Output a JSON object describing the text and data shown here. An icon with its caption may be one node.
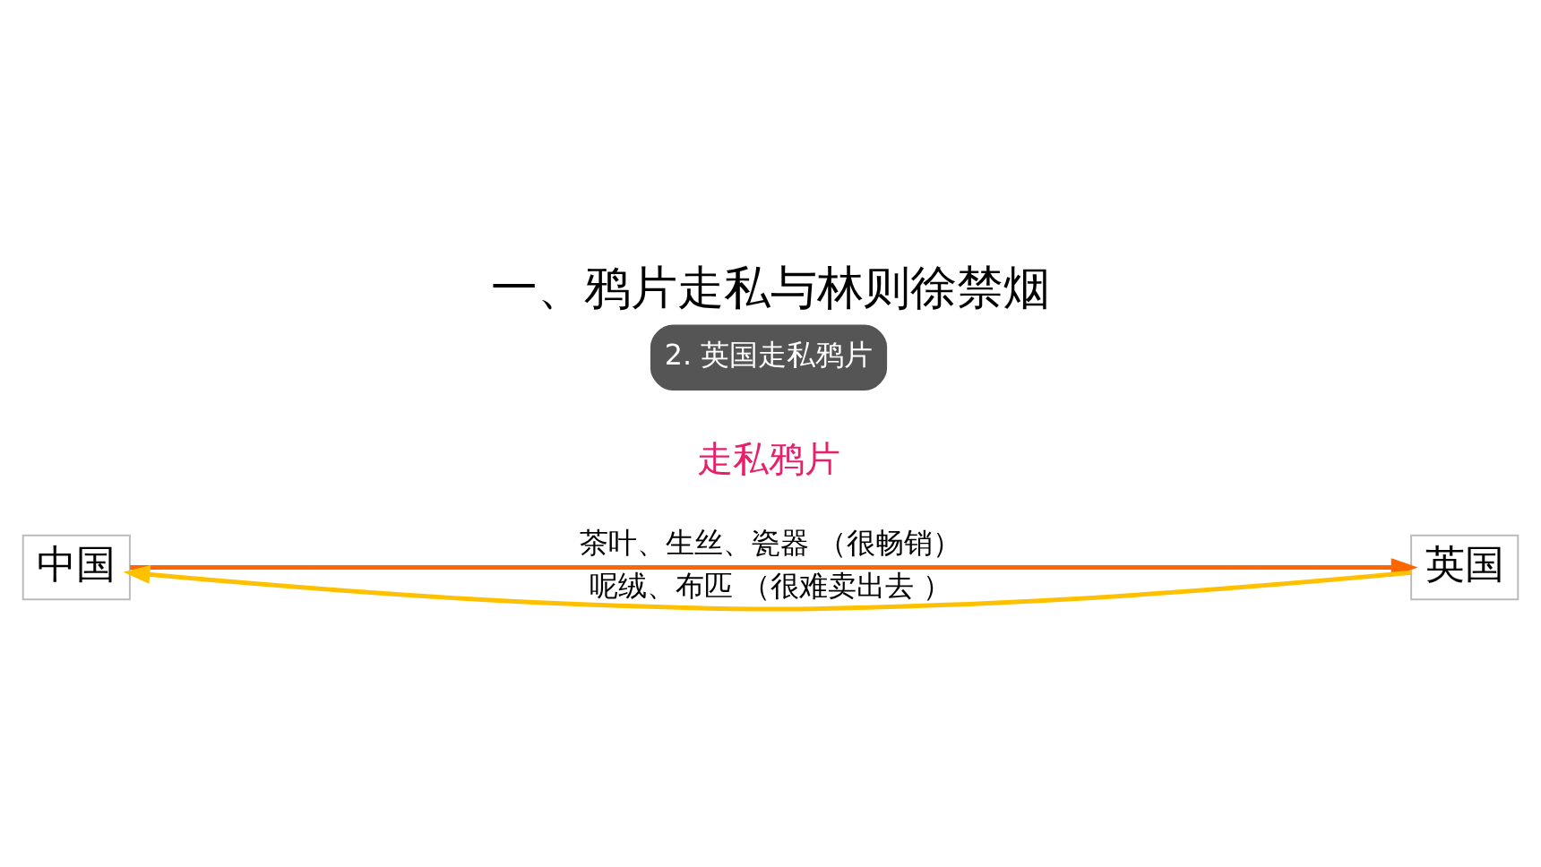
{
  "diagram": {
    "title": "一、鸦片走私与林则徐禁烟",
    "nodes": [
      {
        "text": [
          "2. 英国走私鸦片"
        ]
      },
      {
        "text": [
          "中国"
        ]
      },
      {
        "text": [
          "英国"
        ]
      }
    ],
    "edges": [
      {
        "from": 2,
        "to": 1,
        "arrow": "to",
        "label": "呢绒、布匹 （很难卖出去 ）",
        "color": "#ffc000"
      },
      {
        "from": 1,
        "to": 2,
        "arrow": "to",
        "label": "茶叶、生丝、瓷器 （很畅销）",
        "color": "#ff6600"
      }
    ],
    "labels": [
      "走私鸦片"
    ]
  }
}
